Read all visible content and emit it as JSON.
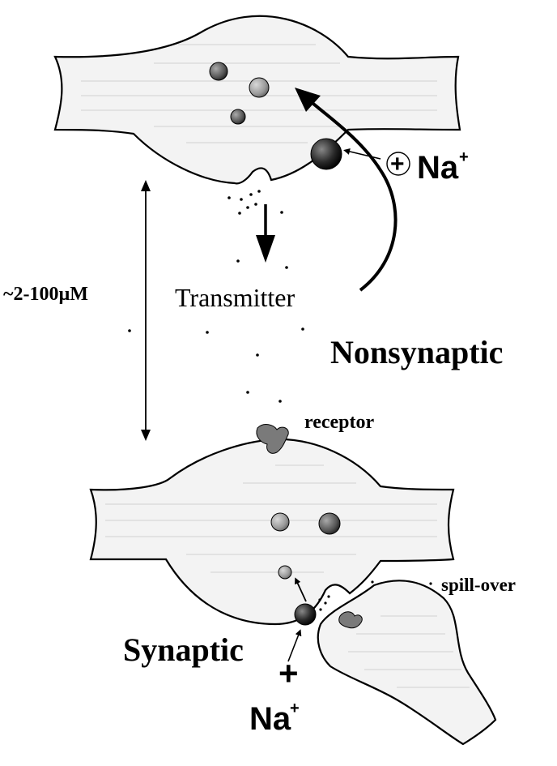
{
  "labels": {
    "distance": "~2-100µM",
    "transmitter": "Transmitter",
    "nonsynaptic": "Nonsynaptic",
    "receptor": "receptor",
    "spillover": "spill-over",
    "synaptic": "Synaptic",
    "plus_top": "+",
    "na_top": "Na",
    "na_top_sup": "+",
    "plus_bottom": "+",
    "na_bottom": "Na",
    "na_bottom_sup": "+"
  },
  "colors": {
    "ink": "#000000",
    "cell_fill": "#f3f3f3",
    "vesicle_dark": "#3a3a3a",
    "vesicle_mid": "#6a6a6a",
    "vesicle_light": "#9a9a9a",
    "receptor": "#7a7a7a"
  }
}
